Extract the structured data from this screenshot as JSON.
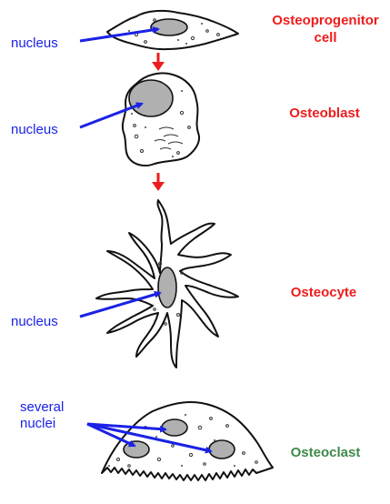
{
  "colors": {
    "pointer": "#1a22e6",
    "stage_label": "#ee1c1c",
    "osteoclast_label": "#3f8a4a",
    "flow_arrow": "#ee1c1c"
  },
  "stages": [
    {
      "name_line1": "Osteoprogenitor",
      "name_line2": "cell",
      "pointer_label": "nucleus"
    },
    {
      "name_line1": "Osteoblast",
      "pointer_label": "nucleus"
    },
    {
      "name_line1": "Osteocyte",
      "pointer_label": "nucleus"
    },
    {
      "name_line1": "Osteoclast",
      "pointer_label_line1": "several",
      "pointer_label_line2": "nuclei"
    }
  ]
}
